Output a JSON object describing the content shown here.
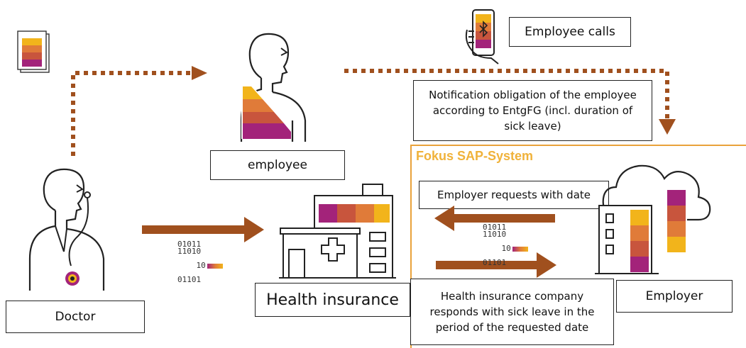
{
  "labels": {
    "employee_calls": "Employee calls",
    "notification": "Notification obligation of the employee according to EntgFG (incl. duration of sick leave)",
    "employee": "employee",
    "doctor": "Doctor",
    "health_insurance": "Health insurance",
    "employer": "Employer",
    "employer_requests": "Employer requests with date",
    "insurance_responds": "Health insurance company responds with sick leave in the period of the requested date",
    "sap_system_title": "Fokus SAP-System"
  },
  "binary": {
    "left": [
      "01011",
      "11010",
      "10",
      "01101"
    ],
    "right": [
      "01011",
      "11010",
      "10",
      "01101"
    ]
  },
  "colors": {
    "arrow_brown": "#a0501e",
    "dot_brown": "#a0501e",
    "sap_frame": "#e9a23b",
    "stripe_yellow": "#f2b41b",
    "stripe_orange": "#e07b39",
    "stripe_rust": "#c8553d",
    "stripe_magenta": "#a3237a"
  },
  "icons": [
    "document-icon",
    "phone-bluetooth-icon",
    "employee-icon",
    "doctor-icon",
    "hospital-icon",
    "employer-building-cloud-icon"
  ]
}
